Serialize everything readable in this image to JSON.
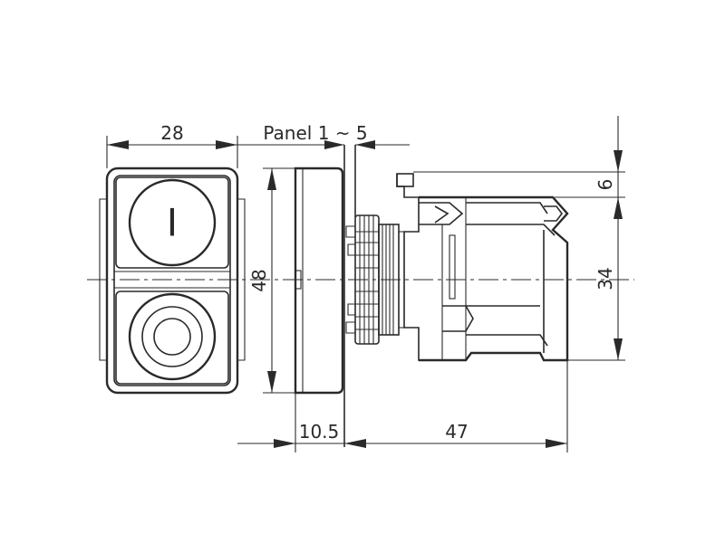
{
  "dimensions": {
    "width_front": "28",
    "panel": "Panel 1 ~ 5",
    "height_front": "48",
    "bezel_depth": "10.5",
    "body_depth": "47",
    "top_offset": "6",
    "body_height": "34"
  },
  "button_top_symbol": "I",
  "colors": {
    "line": "#2a2a2a",
    "background": "#ffffff"
  }
}
